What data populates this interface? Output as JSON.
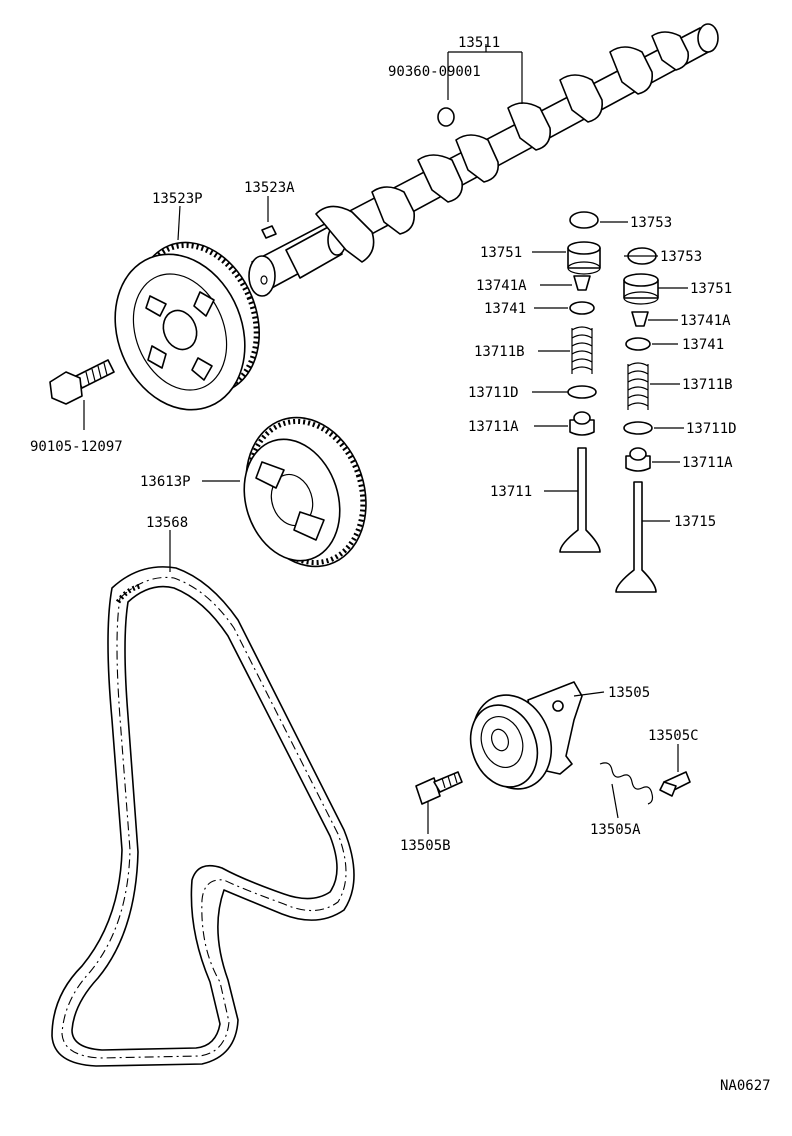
{
  "diagram_id": "NA0627",
  "parts": [
    {
      "key": "camshaft",
      "number": "13511"
    },
    {
      "key": "plug",
      "number": "90360-09001"
    },
    {
      "key": "cam_pulley",
      "number": "13523P"
    },
    {
      "key": "pulley_key",
      "number": "13523A"
    },
    {
      "key": "pulley_bolt",
      "number": "90105-12097"
    },
    {
      "key": "crank_pulley",
      "number": "13613P"
    },
    {
      "key": "timing_belt",
      "number": "13568"
    },
    {
      "key": "tensioner",
      "number": "13505"
    },
    {
      "key": "tensioner_bolt",
      "number": "13505B"
    },
    {
      "key": "tensioner_spring",
      "number": "13505A"
    },
    {
      "key": "tensioner_stud",
      "number": "13505C"
    },
    {
      "key": "shim_intake",
      "number": "13753"
    },
    {
      "key": "shim_exhaust",
      "number": "13753"
    },
    {
      "key": "lifter_intake",
      "number": "13751"
    },
    {
      "key": "lifter_exhaust",
      "number": "13751"
    },
    {
      "key": "keeper_intake",
      "number": "13741A"
    },
    {
      "key": "keeper_exhaust",
      "number": "13741A"
    },
    {
      "key": "retainer_intake",
      "number": "13741"
    },
    {
      "key": "retainer_exhaust",
      "number": "13741"
    },
    {
      "key": "spring_intake",
      "number": "13711B"
    },
    {
      "key": "spring_exhaust",
      "number": "13711B"
    },
    {
      "key": "spring_seat_intake",
      "number": "13711D"
    },
    {
      "key": "spring_seat_exhaust",
      "number": "13711D"
    },
    {
      "key": "stem_seal_intake",
      "number": "13711A"
    },
    {
      "key": "stem_seal_exhaust",
      "number": "13711A"
    },
    {
      "key": "intake_valve",
      "number": "13711"
    },
    {
      "key": "exhaust_valve",
      "number": "13715"
    }
  ]
}
